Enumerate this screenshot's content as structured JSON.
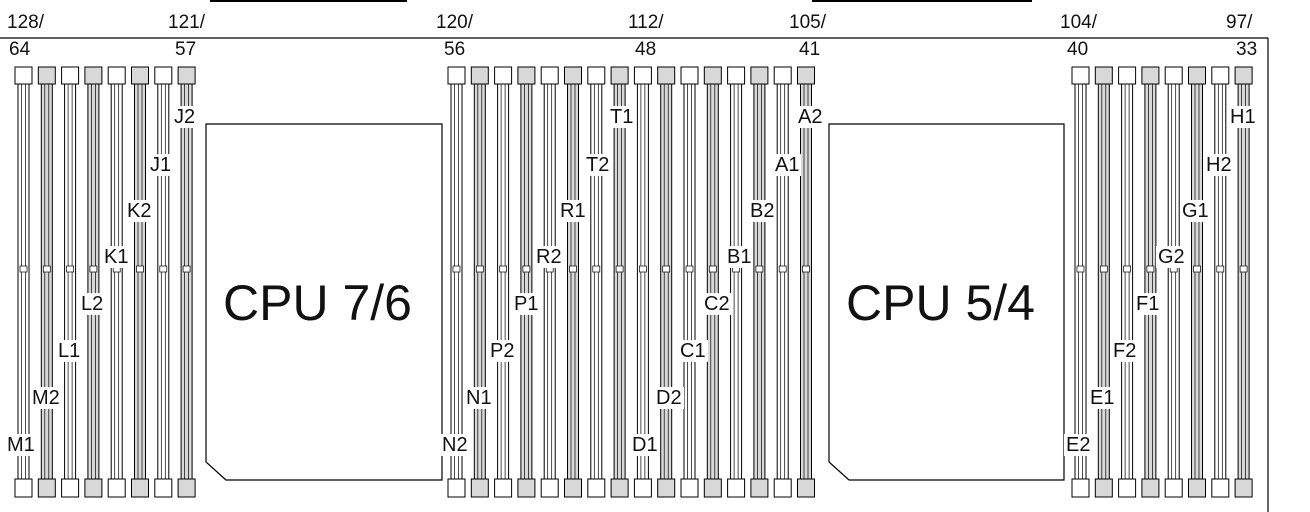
{
  "colors": {
    "line": "#000000",
    "slot_gray": "#d8d8d8",
    "slot_white": "#ffffff"
  },
  "number_labels": [
    [
      "128/",
      "64"
    ],
    [
      "121/",
      "57"
    ],
    [
      "120/",
      "56"
    ],
    [
      "112/",
      "48"
    ],
    [
      "105/",
      "41"
    ],
    [
      "104/",
      "40"
    ],
    [
      "97/",
      "33"
    ]
  ],
  "cpus": [
    {
      "label": "CPU 7/6"
    },
    {
      "label": "CPU 5/4"
    }
  ],
  "dimm_labels": {
    "left_group": [
      "J2",
      "J1",
      "K2",
      "K1",
      "L2",
      "L1",
      "M2",
      "M1"
    ],
    "center_group": [
      "T1",
      "T2",
      "R1",
      "R2",
      "P1",
      "P2",
      "N1",
      "N2"
    ],
    "center_right_group": [
      "A2",
      "A1",
      "B2",
      "B1",
      "C2",
      "C1",
      "D2",
      "D1"
    ],
    "right_group": [
      "H1",
      "H2",
      "G1",
      "G2",
      "F1",
      "F2",
      "E1",
      "E2"
    ]
  }
}
